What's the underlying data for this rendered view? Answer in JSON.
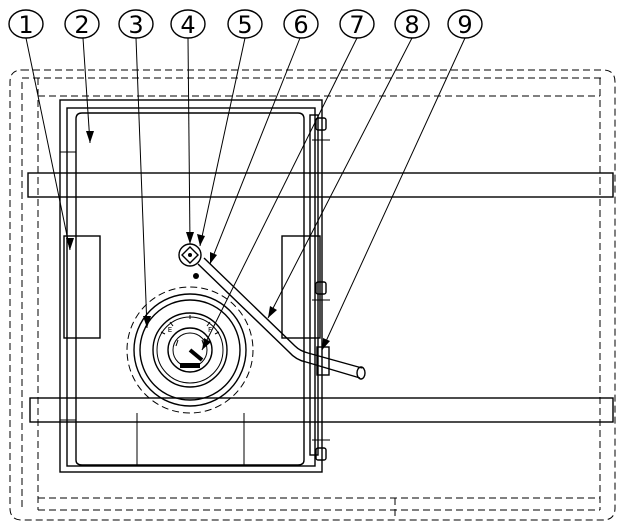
{
  "callouts": [
    "1",
    "2",
    "3",
    "4",
    "5",
    "6",
    "7",
    "8",
    "9"
  ],
  "gauge": {
    "letter_left": "E",
    "letter_right": "F"
  }
}
